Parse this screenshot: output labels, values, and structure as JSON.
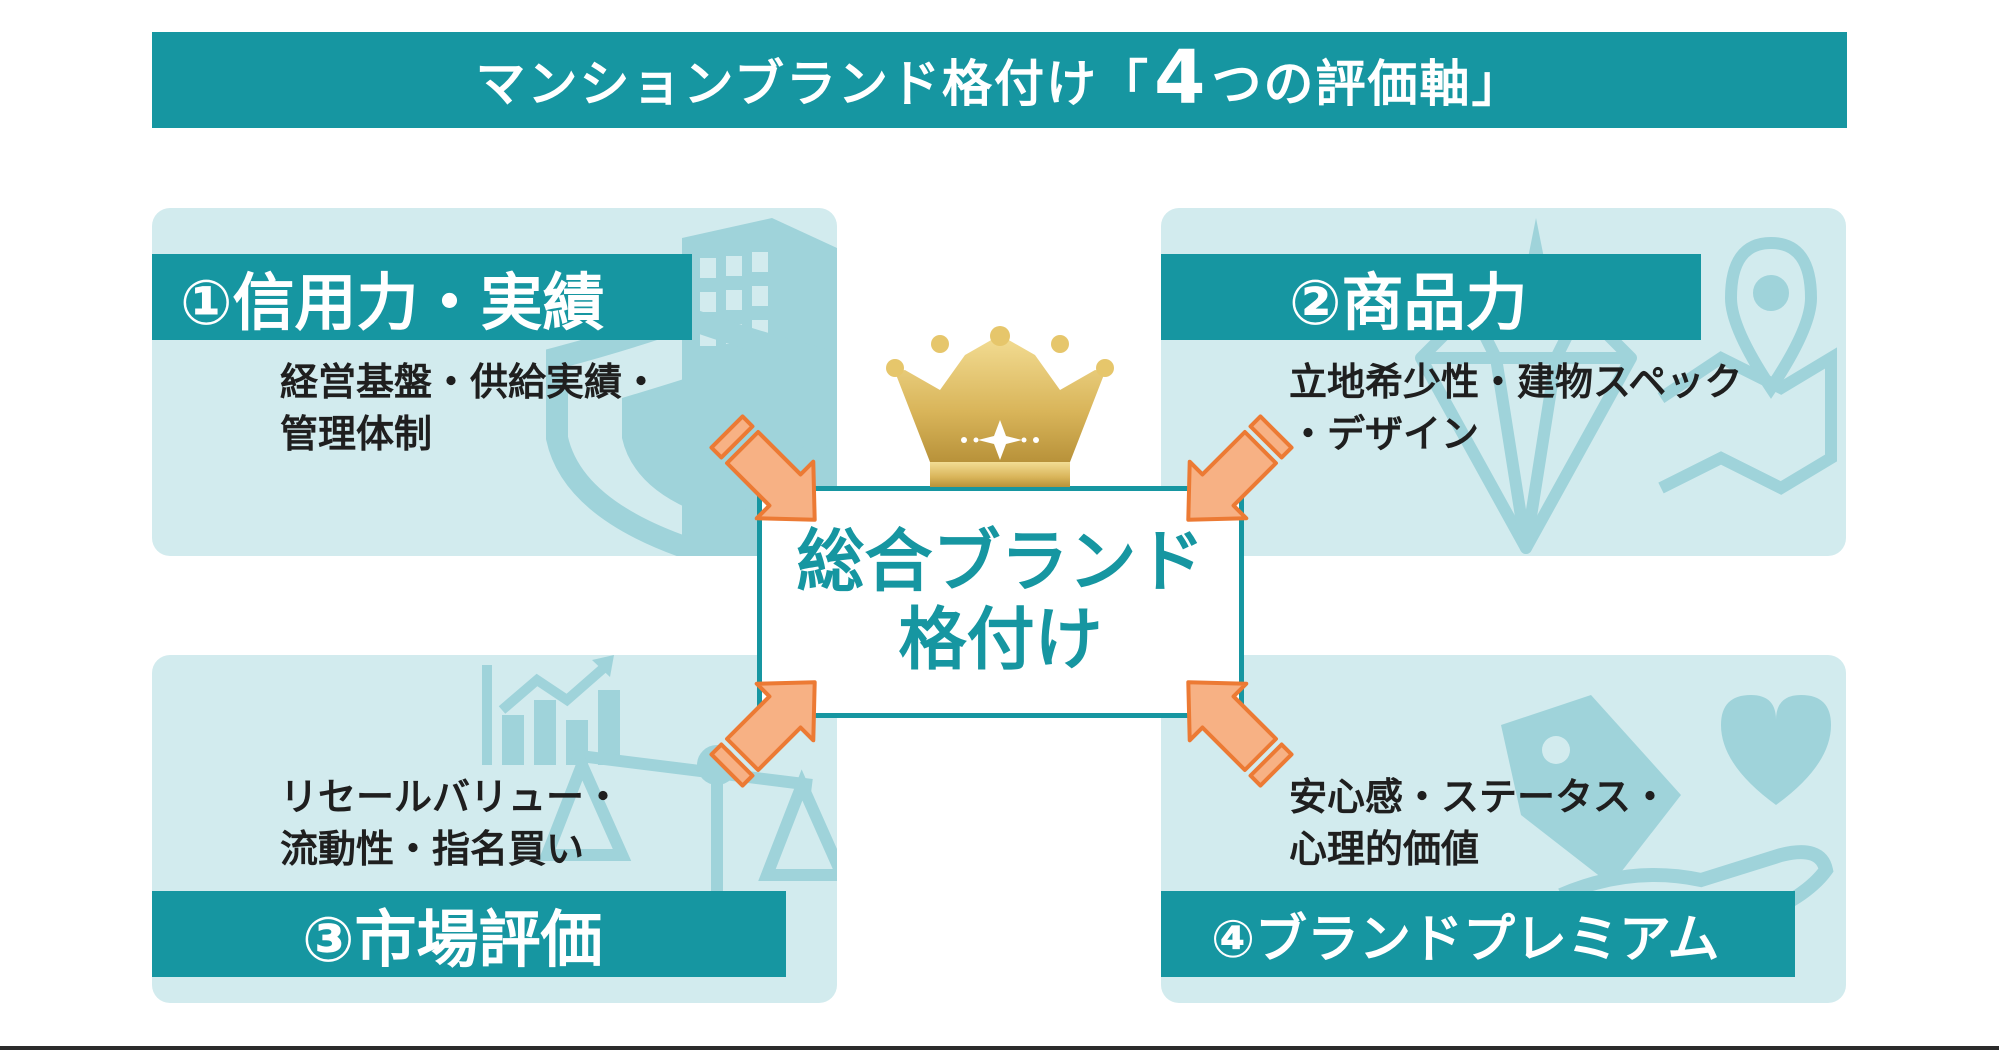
{
  "header": {
    "title_prefix": "マンションブランド格付け「",
    "title_number": "4",
    "title_suffix": "つの評価軸」"
  },
  "center": {
    "line1": "総合ブランド",
    "line2": "格付け"
  },
  "panels": [
    {
      "label": "①信用力・実績",
      "desc_line1": "経営基盤・供給実績・",
      "desc_line2": "管理体制"
    },
    {
      "label": "②商品力",
      "desc_line1": "立地希少性・建物スペック",
      "desc_line2": "・デザイン"
    },
    {
      "label": "③市場評価",
      "desc_line1": "リセールバリュー・",
      "desc_line2": "流動性・指名買い"
    },
    {
      "label": "④ブランドプレミアム",
      "desc_line1": "安心感・ステータス・",
      "desc_line2": "心理的価値"
    }
  ],
  "icons": [
    "building-icon",
    "shield-icon",
    "diamond-icon",
    "map-pin-icon",
    "bar-chart-icon",
    "scale-icon",
    "price-tag-icon",
    "heart-hand-icon",
    "crown-icon",
    "arrow-icon"
  ],
  "colors": {
    "teal": "#1696a1",
    "panel_bg": "#d2ebee",
    "icon_watermark": "#9fd3da",
    "arrow_fill": "#f7b184",
    "arrow_stroke": "#ec7a34",
    "crown_gold": "#d9b55a"
  }
}
